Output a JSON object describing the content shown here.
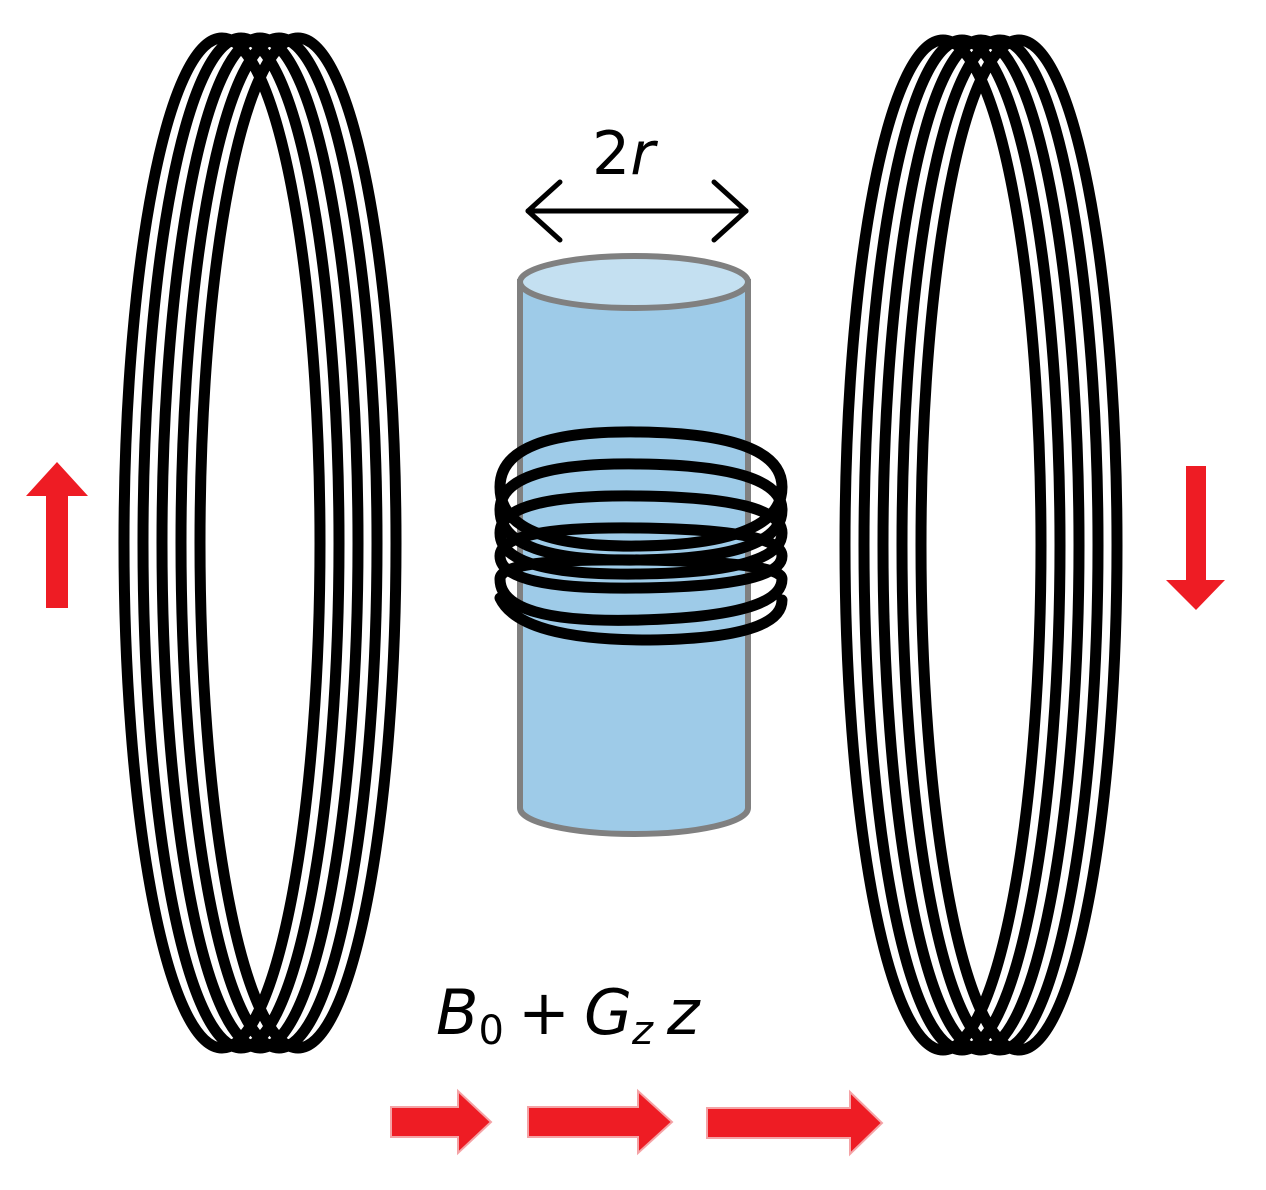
{
  "diagram": {
    "diameter_label": {
      "coef": "2",
      "var": "r"
    },
    "field_label": {
      "b": "B",
      "b_sub": "0",
      "plus": "+",
      "g": "G",
      "g_sub": "z",
      "var": "z"
    },
    "colors": {
      "coil": "#000000",
      "arrow": "#ee1c24",
      "cylinder_fill": "#9ecbe8",
      "cylinder_top": "#c4e0f1",
      "cylinder_edge": "#808080"
    },
    "current_directions": [
      "up",
      "down"
    ],
    "field_arrows_count": 3
  }
}
